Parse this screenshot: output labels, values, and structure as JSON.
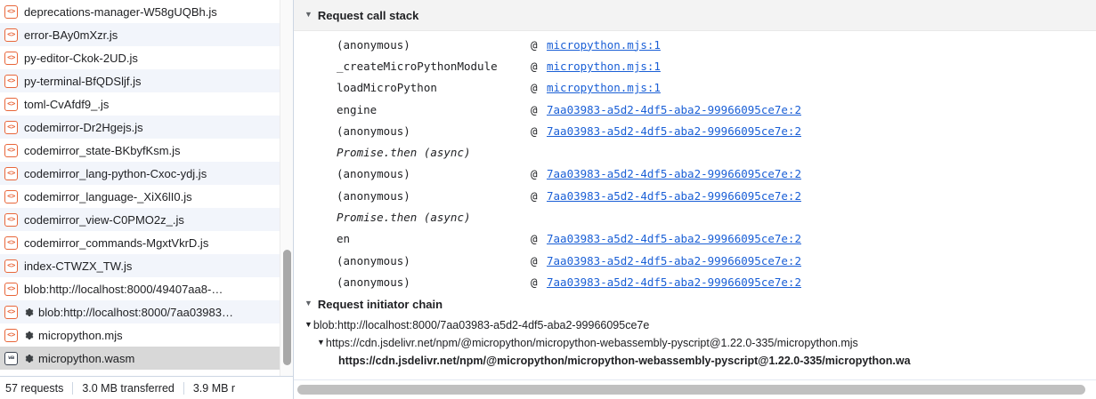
{
  "request_list": {
    "rows": [
      {
        "label": "deprecations-manager-W58gUQBh.js",
        "icon": "js-file-icon",
        "gear": false,
        "selected": false
      },
      {
        "label": "error-BAy0mXzr.js",
        "icon": "js-file-icon",
        "gear": false,
        "selected": false
      },
      {
        "label": "py-editor-Ckok-2UD.js",
        "icon": "js-file-icon",
        "gear": false,
        "selected": false
      },
      {
        "label": "py-terminal-BfQDSljf.js",
        "icon": "js-file-icon",
        "gear": false,
        "selected": false
      },
      {
        "label": "toml-CvAfdf9_.js",
        "icon": "js-file-icon",
        "gear": false,
        "selected": false
      },
      {
        "label": "codemirror-Dr2Hgejs.js",
        "icon": "js-file-icon",
        "gear": false,
        "selected": false
      },
      {
        "label": "codemirror_state-BKbyfKsm.js",
        "icon": "js-file-icon",
        "gear": false,
        "selected": false
      },
      {
        "label": "codemirror_lang-python-Cxoc-ydj.js",
        "icon": "js-file-icon",
        "gear": false,
        "selected": false
      },
      {
        "label": "codemirror_language-_XiX6lI0.js",
        "icon": "js-file-icon",
        "gear": false,
        "selected": false
      },
      {
        "label": "codemirror_view-C0PMO2z_.js",
        "icon": "js-file-icon",
        "gear": false,
        "selected": false
      },
      {
        "label": "codemirror_commands-MgxtVkrD.js",
        "icon": "js-file-icon",
        "gear": false,
        "selected": false
      },
      {
        "label": "index-CTWZX_TW.js",
        "icon": "js-file-icon",
        "gear": false,
        "selected": false
      },
      {
        "label": "blob:http://localhost:8000/49407aa8-…",
        "icon": "js-file-icon",
        "gear": false,
        "selected": false
      },
      {
        "label": "blob:http://localhost:8000/7aa03983…",
        "icon": "js-file-icon",
        "gear": true,
        "selected": false
      },
      {
        "label": "micropython.mjs",
        "icon": "js-file-icon",
        "gear": true,
        "selected": false
      },
      {
        "label": "micropython.wasm",
        "icon": "wasm-file-icon",
        "gear": true,
        "selected": true
      }
    ],
    "js_icon_glyph": "<>",
    "wasm_icon_glyph": "wa"
  },
  "summary": {
    "requests": "57 requests",
    "transferred": "3.0 MB transferred",
    "resources": "3.9 MB r"
  },
  "call_stack": {
    "title": "Request call stack",
    "triangle": "▼",
    "at_symbol": "@",
    "entries": [
      {
        "fn": "(anonymous)",
        "link": "micropython.mjs:1",
        "async": false
      },
      {
        "fn": "_createMicroPythonModule",
        "link": "micropython.mjs:1",
        "async": false
      },
      {
        "fn": "loadMicroPython",
        "link": "micropython.mjs:1",
        "async": false
      },
      {
        "fn": "engine",
        "link": "7aa03983-a5d2-4df5-aba2-99966095ce7e:2",
        "async": false
      },
      {
        "fn": "(anonymous)",
        "link": "7aa03983-a5d2-4df5-aba2-99966095ce7e:2",
        "async": false
      },
      {
        "fn": "Promise.then (async)",
        "link": "",
        "async": true
      },
      {
        "fn": "(anonymous)",
        "link": "7aa03983-a5d2-4df5-aba2-99966095ce7e:2",
        "async": false
      },
      {
        "fn": "(anonymous)",
        "link": "7aa03983-a5d2-4df5-aba2-99966095ce7e:2",
        "async": false
      },
      {
        "fn": "Promise.then (async)",
        "link": "",
        "async": true
      },
      {
        "fn": "en",
        "link": "7aa03983-a5d2-4df5-aba2-99966095ce7e:2",
        "async": false
      },
      {
        "fn": "(anonymous)",
        "link": "7aa03983-a5d2-4df5-aba2-99966095ce7e:2",
        "async": false
      },
      {
        "fn": "(anonymous)",
        "link": "7aa03983-a5d2-4df5-aba2-99966095ce7e:2",
        "async": false
      }
    ]
  },
  "initiator_chain": {
    "title": "Request initiator chain",
    "triangle": "▼",
    "rows": [
      {
        "text": "blob:http://localhost:8000/7aa03983-a5d2-4df5-aba2-99966095ce7e",
        "level": 1,
        "expander": "▼",
        "bold": false
      },
      {
        "text": "https://cdn.jsdelivr.net/npm/@micropython/micropython-webassembly-pyscript@1.22.0-335/micropython.mjs",
        "level": 2,
        "expander": "▼",
        "bold": false
      },
      {
        "text": "https://cdn.jsdelivr.net/npm/@micropython/micropython-webassembly-pyscript@1.22.0-335/micropython.wa",
        "level": 3,
        "expander": "",
        "bold": true
      }
    ]
  },
  "colors": {
    "link": "#1a5fd6",
    "js_icon": "#e8663a",
    "wasm_icon": "#3b4351",
    "row_stripe": "#f2f5fb",
    "row_selected": "#d8d8d8",
    "header_bg": "#f3f3f3"
  }
}
